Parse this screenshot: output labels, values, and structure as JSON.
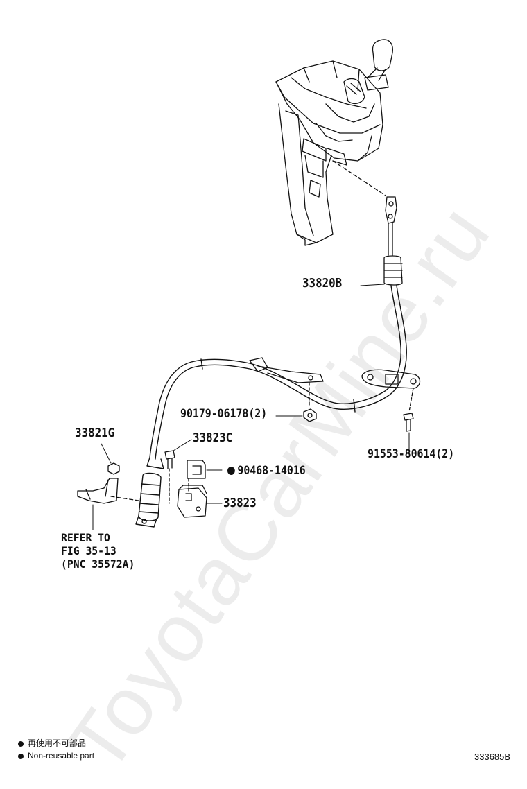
{
  "watermark": "ToyotaCarMine.ru",
  "callouts": {
    "shift_cable": "33820B",
    "clamp_nut": "90179-06178(2)",
    "cable_bolt": "91553-80614(2)",
    "bracket_nut": "33821G",
    "bracket_bolt": "33823C",
    "clip_nonreusable": "90468-14016",
    "bracket": "33823"
  },
  "reference_note": [
    "REFER TO",
    "FIG 35-13",
    "(PNC 35572A)"
  ],
  "legend": {
    "line_jp": "再使用不可部品",
    "line_en": "Non-reusable part"
  },
  "figure_id": "333685B"
}
